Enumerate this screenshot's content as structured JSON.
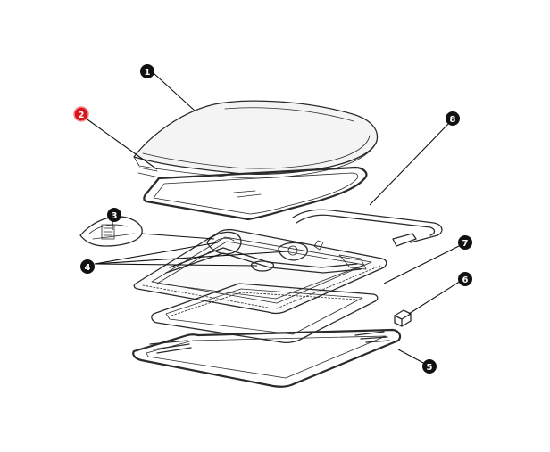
{
  "callouts": [
    {
      "id": "1",
      "label": "1",
      "highlight": false
    },
    {
      "id": "2",
      "label": "2",
      "highlight": true
    },
    {
      "id": "3",
      "label": "3",
      "highlight": false
    },
    {
      "id": "4",
      "label": "4",
      "highlight": false
    },
    {
      "id": "5",
      "label": "5",
      "highlight": false
    },
    {
      "id": "6",
      "label": "6",
      "highlight": false
    },
    {
      "id": "7",
      "label": "7",
      "highlight": false
    },
    {
      "id": "8",
      "label": "8",
      "highlight": false
    }
  ],
  "colors": {
    "callout_fill": "#111111",
    "callout_highlight": "#d9141b",
    "line": "#2a2a2a",
    "background": "#ffffff"
  }
}
